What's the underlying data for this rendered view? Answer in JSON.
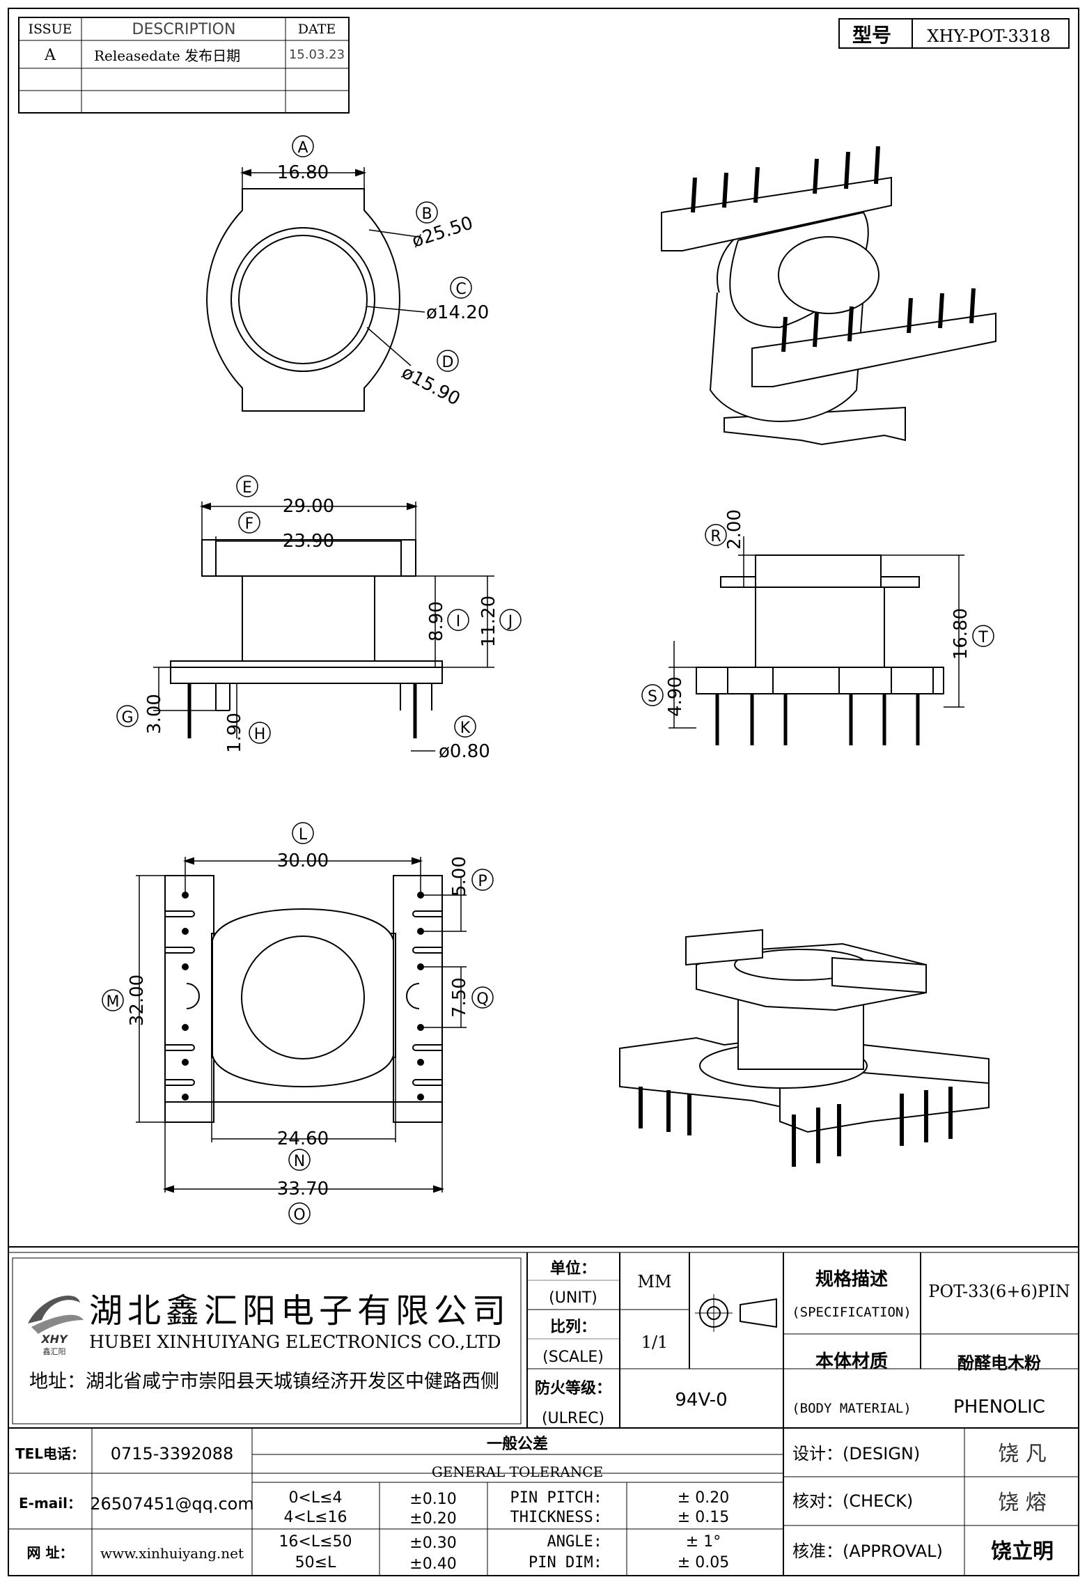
{
  "revision": {
    "headers": {
      "issue": "ISSUE",
      "description": "DESCRIPTION",
      "date": "DATE"
    },
    "rows": [
      {
        "issue": "A",
        "description": "Releasedate 发布日期",
        "date": "15.03.23"
      }
    ]
  },
  "model": {
    "label": "型号",
    "value": "XHY-POT-3318"
  },
  "dims": {
    "A": {
      "letter": "A",
      "value": "16.80"
    },
    "B": {
      "letter": "B",
      "value": "ø25.50"
    },
    "C": {
      "letter": "C",
      "value": "ø14.20"
    },
    "D": {
      "letter": "D",
      "value": "ø15.90"
    },
    "E": {
      "letter": "E",
      "value": "29.00"
    },
    "F": {
      "letter": "F",
      "value": "23.90"
    },
    "G": {
      "letter": "G",
      "value": "3.00"
    },
    "H": {
      "letter": "H",
      "value": "1.90"
    },
    "I": {
      "letter": "I",
      "value": "8.90"
    },
    "J": {
      "letter": "J",
      "value": "11.20"
    },
    "K": {
      "letter": "K",
      "value": "ø0.80"
    },
    "L": {
      "letter": "L",
      "value": "30.00"
    },
    "M": {
      "letter": "M",
      "value": "32.00"
    },
    "N": {
      "letter": "N",
      "value": "24.60"
    },
    "O": {
      "letter": "O",
      "value": "33.70"
    },
    "P": {
      "letter": "P",
      "value": "5.00"
    },
    "Q": {
      "letter": "Q",
      "value": "7.50"
    },
    "R": {
      "letter": "R",
      "value": "2.00"
    },
    "S": {
      "letter": "S",
      "value": "4.90"
    },
    "T": {
      "letter": "T",
      "value": "16.80"
    }
  },
  "company": {
    "logo_text": "XHY",
    "logo_sub": "鑫汇阳",
    "name_cn": "湖北鑫汇阳电子有限公司",
    "name_en": "HUBEI XINHUIYANG ELECTRONICS CO.,LTD",
    "address": "地址：湖北省咸宁市崇阳县天城镇经济开发区中健路西侧",
    "tel_label": "TEL电话：",
    "tel": "0715-3392088",
    "email_label": "E-mail：",
    "email": "26507451@qq.com",
    "web_label": "网  址：",
    "web": "www.xinhuiyang.net"
  },
  "title_block": {
    "unit_cn": "单位：",
    "unit_en": "(UNIT)",
    "unit_value": "MM",
    "scale_cn": "比列：",
    "scale_en": "(SCALE)",
    "scale_value": "1/1",
    "ulrec_cn": "防火等级：",
    "ulrec_en": "(ULREC)",
    "ulrec_value": "94V-0",
    "spec_cn": "规格描述",
    "spec_en": "(SPECIFICATION)",
    "spec_value": "POT-33(6+6)PIN",
    "material_cn": "本体材质",
    "material_en": "(BODY MATERIAL)",
    "material_cn_value": "酚醛电木粉",
    "material_value": "PHENOLIC",
    "design_label": "设计：(DESIGN)",
    "design_name": "饶  凡",
    "check_label": "核对：(CHECK)",
    "check_name": "饶  熔",
    "approval_label": "核准：(APPROVAL)",
    "approval_name": "饶立明"
  },
  "tolerance": {
    "title_cn": "一般公差",
    "title_en": "GENERAL TOLERANCE",
    "rows": [
      {
        "range": "0<L≤4",
        "tol": "±0.10",
        "param": "PIN PITCH:",
        "value": "±  0.20"
      },
      {
        "range": "4<L≤16",
        "tol": "±0.20",
        "param": "THICKNESS:",
        "value": "±  0.15"
      },
      {
        "range": "16<L≤50",
        "tol": "±0.30",
        "param": "ANGLE:",
        "value": "±  1°"
      },
      {
        "range": "50≤L",
        "tol": "±0.40",
        "param": "PIN DIM:",
        "value": "±  0.05"
      }
    ]
  }
}
